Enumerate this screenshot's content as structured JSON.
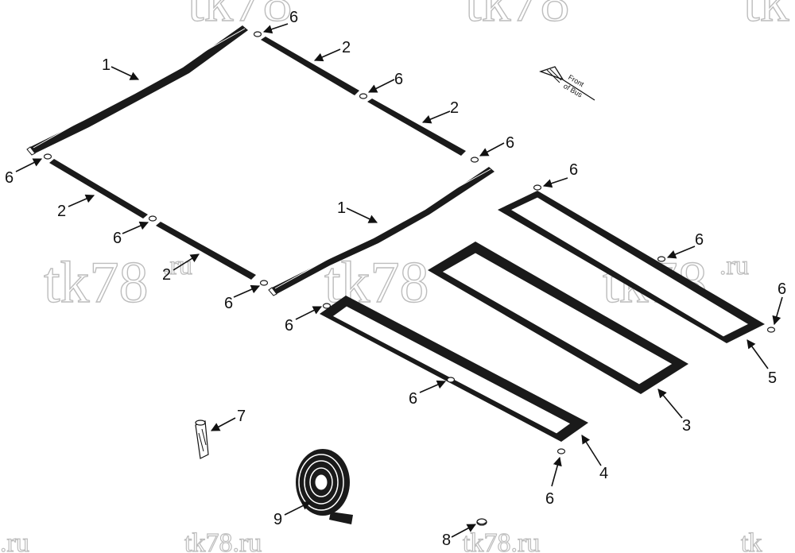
{
  "watermarks": {
    "top_left": "tk78",
    "top_center": "tk78",
    "top_right": "tk78",
    "mid_left": "tk78",
    "mid_left_suffix": ".ru",
    "mid_center": "tk78",
    "mid_center_suffix": ".ru",
    "mid_right": "tk78",
    "mid_right_suffix": ".ru",
    "bottom_left": ".ru",
    "bottom_center": "tk78.ru",
    "bottom_right": "tk78.ru",
    "bottom_far_right": "tk"
  },
  "front_indicator": {
    "line1": "Front",
    "line2": "of Bus"
  },
  "callouts": [
    {
      "id": "c1a",
      "label": "1"
    },
    {
      "id": "c1b",
      "label": "1"
    },
    {
      "id": "c2a",
      "label": "2"
    },
    {
      "id": "c2b",
      "label": "2"
    },
    {
      "id": "c2c",
      "label": "2"
    },
    {
      "id": "c2d",
      "label": "2"
    },
    {
      "id": "c3",
      "label": "3"
    },
    {
      "id": "c4",
      "label": "4"
    },
    {
      "id": "c5",
      "label": "5"
    },
    {
      "id": "c6a",
      "label": "6"
    },
    {
      "id": "c6b",
      "label": "6"
    },
    {
      "id": "c6c",
      "label": "6"
    },
    {
      "id": "c6d",
      "label": "6"
    },
    {
      "id": "c6e",
      "label": "6"
    },
    {
      "id": "c6f",
      "label": "6"
    },
    {
      "id": "c6g",
      "label": "6"
    },
    {
      "id": "c6h",
      "label": "6"
    },
    {
      "id": "c6i",
      "label": "6"
    },
    {
      "id": "c6j",
      "label": "6"
    },
    {
      "id": "c6k",
      "label": "6"
    },
    {
      "id": "c6l",
      "label": "6"
    },
    {
      "id": "c6m",
      "label": "6"
    },
    {
      "id": "c7",
      "label": "7"
    },
    {
      "id": "c8",
      "label": "8"
    },
    {
      "id": "c9",
      "label": "9"
    }
  ]
}
